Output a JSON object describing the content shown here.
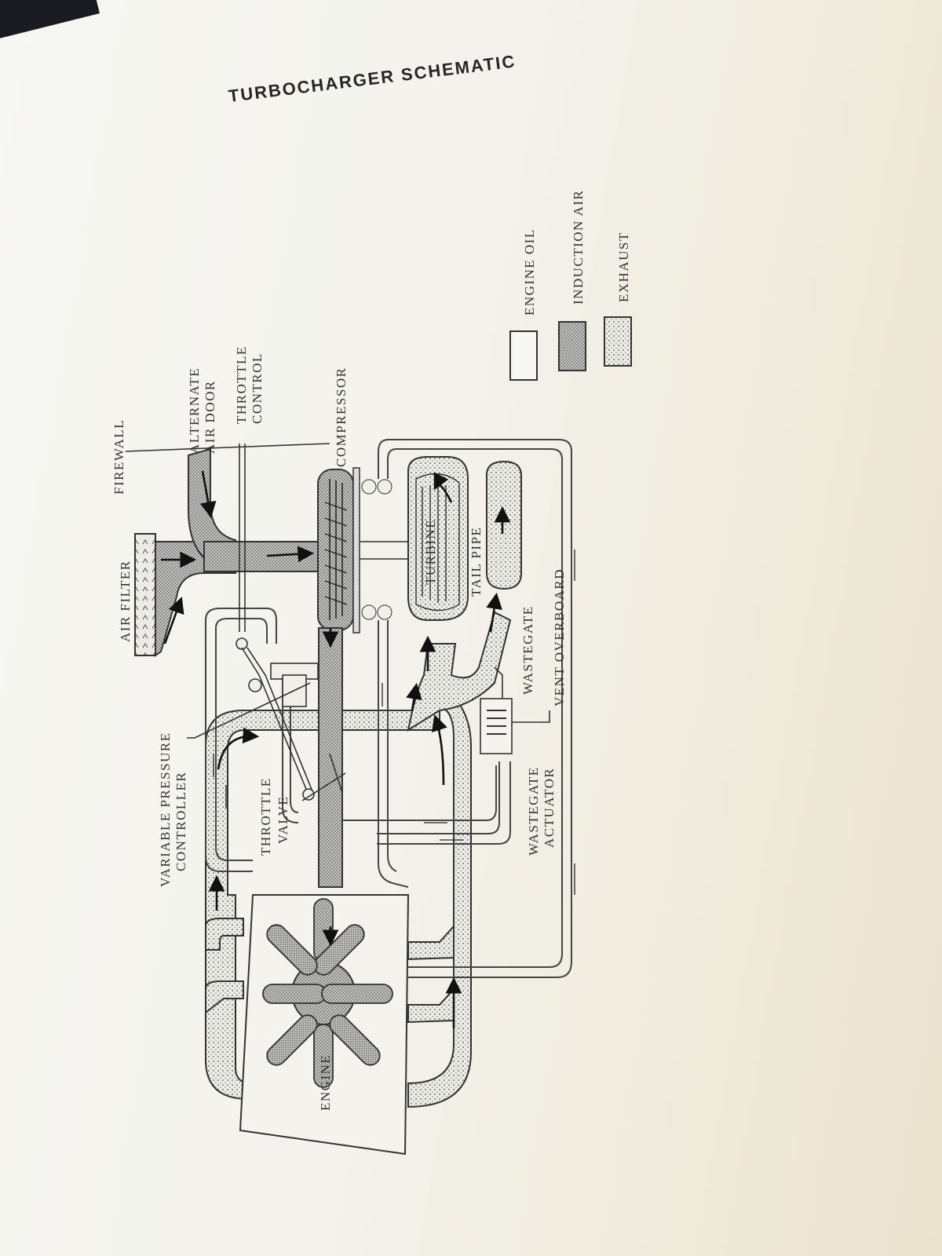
{
  "title": "TURBOCHARGER SCHEMATIC",
  "labels": {
    "firewall": "FIREWALL",
    "air_filter": "AIR FILTER",
    "alternate_air_door_1": "ALTERNATE",
    "alternate_air_door_2": "AIR DOOR",
    "throttle_control_1": "THROTTLE",
    "throttle_control_2": "CONTROL",
    "compressor": "COMPRESSOR",
    "turbine": "TURBINE",
    "tail_pipe": "TAIL PIPE",
    "wastegate": "WASTEGATE",
    "vent_overboard": "VENT OVERBOARD",
    "wastegate_actuator_1": "WASTEGATE",
    "wastegate_actuator_2": "ACTUATOR",
    "throttle_valve_1": "THROTTLE",
    "throttle_valve_2": "VALVE",
    "vpc_1": "VARIABLE PRESSURE",
    "vpc_2": "CONTROLLER",
    "engine": "ENGINE"
  },
  "legend": [
    {
      "label": "ENGINE OIL",
      "pattern": "plain"
    },
    {
      "label": "INDUCTION AIR",
      "pattern": "dense-dots"
    },
    {
      "label": "EXHAUST",
      "pattern": "sparse-dots"
    }
  ]
}
